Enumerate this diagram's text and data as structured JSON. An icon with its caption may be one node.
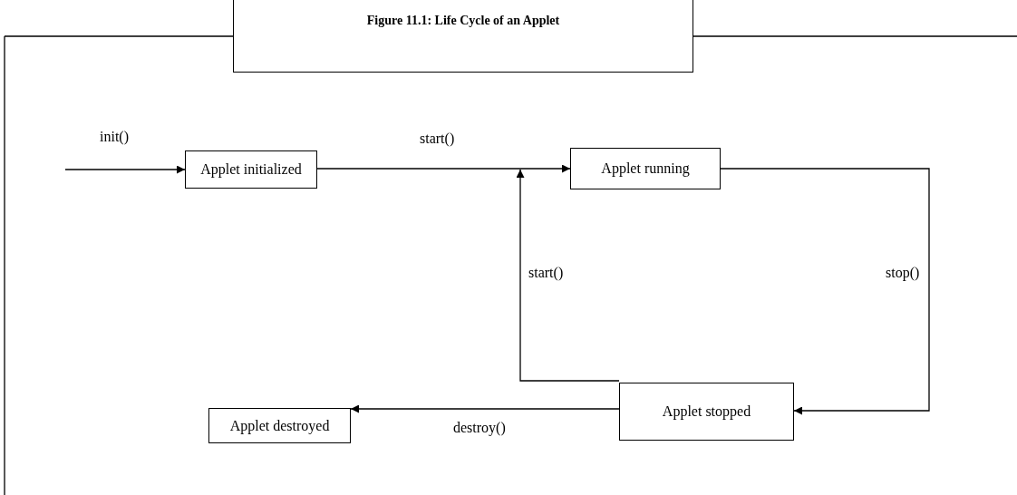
{
  "diagram": {
    "title": "Figure 11.1: Life Cycle of an Applet",
    "nodes": [
      {
        "text": [
          "Applet initialized"
        ]
      },
      {
        "text": [
          "Applet running"
        ]
      },
      {
        "text": [
          "Applet stopped"
        ]
      },
      {
        "text": [
          "Applet destroyed"
        ]
      }
    ],
    "edges": [
      {
        "from": null,
        "to": 0,
        "arrow": "to",
        "label": "init()"
      },
      {
        "from": 0,
        "to": 1,
        "arrow": "to",
        "label": "start()"
      },
      {
        "from": 1,
        "to": 2,
        "arrow": "to",
        "label": "stop()"
      },
      {
        "from": 2,
        "to": 1,
        "arrow": "to",
        "label": "start()"
      },
      {
        "from": 2,
        "to": 3,
        "arrow": "to",
        "label": "destroy()"
      }
    ]
  }
}
